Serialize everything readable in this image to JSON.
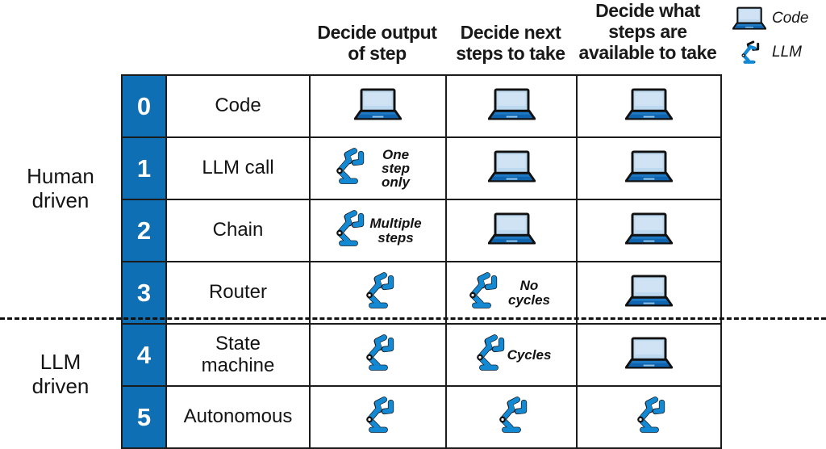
{
  "headers": {
    "col_output": "Decide output\nof step",
    "col_next": "Decide next\nsteps to take",
    "col_available": "Decide what\nsteps are\navailable to take"
  },
  "side_labels": {
    "human": "Human\ndriven",
    "llm": "LLM\ndriven"
  },
  "legend": {
    "code_label": "Code",
    "llm_label": "LLM",
    "code_icon": "laptop-icon",
    "llm_icon": "robot-arm-icon"
  },
  "colors": {
    "blue_number_cell": "#0F6FB5",
    "laptop_screen": "#BDD9EF",
    "laptop_base": "#1E7AC4",
    "arm_blue": "#1388D3",
    "border": "#1B1B1B",
    "text": "#141414"
  },
  "rows": [
    {
      "number": "0",
      "name": "Code",
      "output": {
        "icon": "laptop-icon",
        "annotation": ""
      },
      "next": {
        "icon": "laptop-icon",
        "annotation": ""
      },
      "available": {
        "icon": "laptop-icon",
        "annotation": ""
      }
    },
    {
      "number": "1",
      "name": "LLM call",
      "output": {
        "icon": "robot-arm-icon",
        "annotation": "One step only"
      },
      "next": {
        "icon": "laptop-icon",
        "annotation": ""
      },
      "available": {
        "icon": "laptop-icon",
        "annotation": ""
      }
    },
    {
      "number": "2",
      "name": "Chain",
      "output": {
        "icon": "robot-arm-icon",
        "annotation": "Multiple steps"
      },
      "next": {
        "icon": "laptop-icon",
        "annotation": ""
      },
      "available": {
        "icon": "laptop-icon",
        "annotation": ""
      }
    },
    {
      "number": "3",
      "name": "Router",
      "output": {
        "icon": "robot-arm-icon",
        "annotation": ""
      },
      "next": {
        "icon": "robot-arm-icon",
        "annotation": "No cycles"
      },
      "available": {
        "icon": "laptop-icon",
        "annotation": ""
      }
    },
    {
      "number": "4",
      "name": "State machine",
      "output": {
        "icon": "robot-arm-icon",
        "annotation": ""
      },
      "next": {
        "icon": "robot-arm-icon",
        "annotation": "Cycles"
      },
      "available": {
        "icon": "laptop-icon",
        "annotation": ""
      }
    },
    {
      "number": "5",
      "name": "Autonomous",
      "output": {
        "icon": "robot-arm-icon",
        "annotation": ""
      },
      "next": {
        "icon": "robot-arm-icon",
        "annotation": ""
      },
      "available": {
        "icon": "robot-arm-icon",
        "annotation": ""
      }
    }
  ],
  "divider": {
    "after_row_index": 3,
    "style": "dashed"
  }
}
